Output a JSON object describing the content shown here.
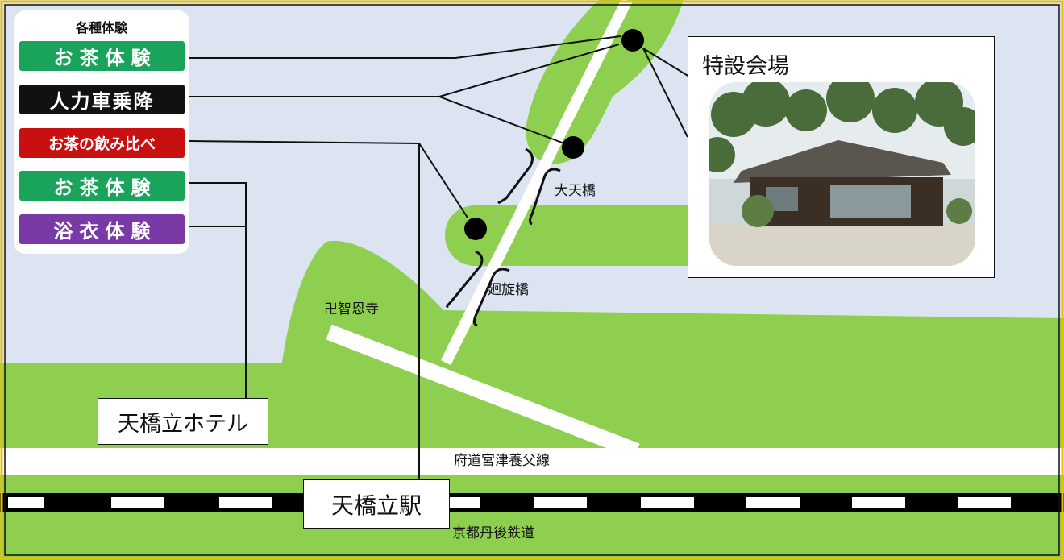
{
  "legend": {
    "title": "各種体験",
    "items": [
      {
        "label": "お茶体験",
        "color": "#1aa35a"
      },
      {
        "label": "人力車乗降",
        "color": "#111111"
      },
      {
        "label": "お茶の飲み比べ",
        "color": "#c81010"
      },
      {
        "label": "お茶体験",
        "color": "#1aa35a"
      },
      {
        "label": "浴衣体験",
        "color": "#7a3aa6"
      }
    ]
  },
  "venue": {
    "title": "特設会場"
  },
  "places": {
    "bridge_big": "大天橋",
    "bridge_turn": "廻旋橋",
    "temple": "卍智恩寺",
    "hotel": "天橋立ホテル",
    "station": "天橋立駅",
    "road": "府道宮津養父線",
    "railway": "京都丹後鉄道"
  },
  "colors": {
    "sea": "#dce4f2",
    "land": "#8fcf50",
    "frame": "#e8c200"
  }
}
